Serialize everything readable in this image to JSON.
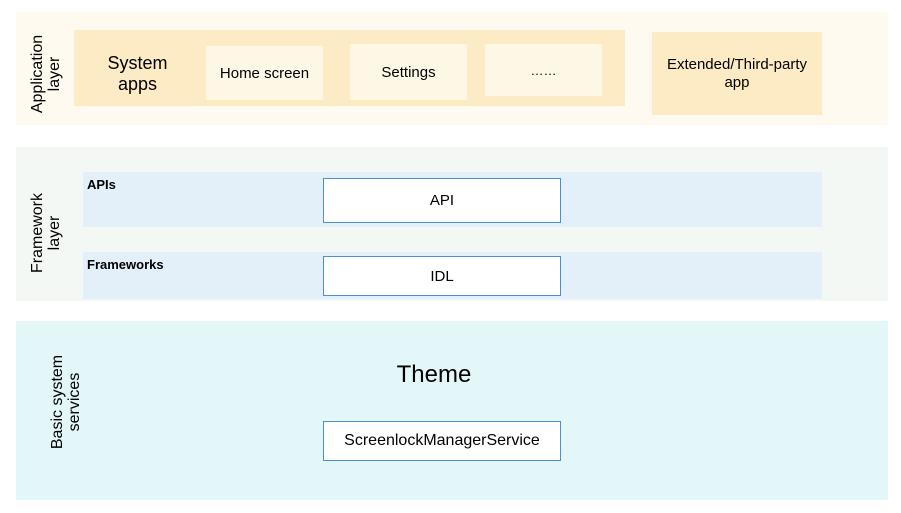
{
  "application_layer": {
    "label": "Application\nlayer",
    "system_apps": {
      "label": "System\napps",
      "items": [
        "Home screen",
        "Settings",
        "……"
      ]
    },
    "third_party": "Extended/Third-party\napp"
  },
  "framework_layer": {
    "label": "Framework\nlayer",
    "apis": {
      "label": "APIs",
      "box": "API"
    },
    "frameworks": {
      "label": "Frameworks",
      "box": "IDL"
    }
  },
  "basic_services_layer": {
    "label": "Basic system\nservices",
    "title": "Theme",
    "service": "ScreenlockManagerService"
  },
  "colors": {
    "app_layer_bg": "#fefaf0",
    "app_group_bg": "#fcebc4",
    "app_tile_bg": "#fdf7e6",
    "framework_layer_bg": "#f4f8f4",
    "framework_band_bg": "#e3f0fa",
    "basic_layer_bg": "#e3f6f8",
    "box_border": "#4a90d9"
  }
}
